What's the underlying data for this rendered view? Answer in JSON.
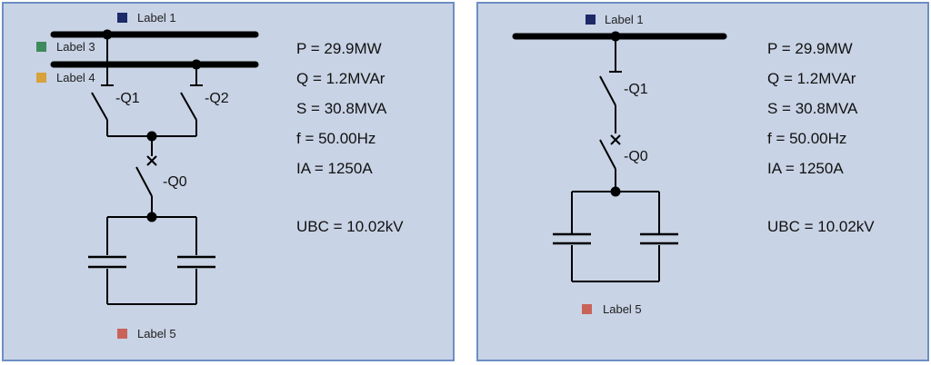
{
  "colors": {
    "panel_bg": "#c8d3e5",
    "panel_border": "#6d8fc4",
    "label1": "#1c2a6a",
    "label3": "#3e8a5c",
    "label4": "#d8a13a",
    "label5": "#c9635a"
  },
  "left": {
    "labels": {
      "label1": "Label 1",
      "label3": "Label 3",
      "label4": "Label 4",
      "label5": "Label 5"
    },
    "devices": {
      "q1": "-Q1",
      "q2": "-Q2",
      "q0": "-Q0"
    },
    "measurements": {
      "p": "P = 29.9MW",
      "q": "Q = 1.2MVAr",
      "s": "S = 30.8MVA",
      "f": "f = 50.00Hz",
      "ia": "IA = 1250A",
      "ubc": "UBC = 10.02kV"
    }
  },
  "right": {
    "labels": {
      "label1": "Label 1",
      "label5": "Label 5"
    },
    "devices": {
      "q1": "-Q1",
      "q0": "-Q0"
    },
    "measurements": {
      "p": "P = 29.9MW",
      "q": "Q = 1.2MVAr",
      "s": "S = 30.8MVA",
      "f": "f = 50.00Hz",
      "ia": "IA = 1250A",
      "ubc": "UBC = 10.02kV"
    }
  }
}
